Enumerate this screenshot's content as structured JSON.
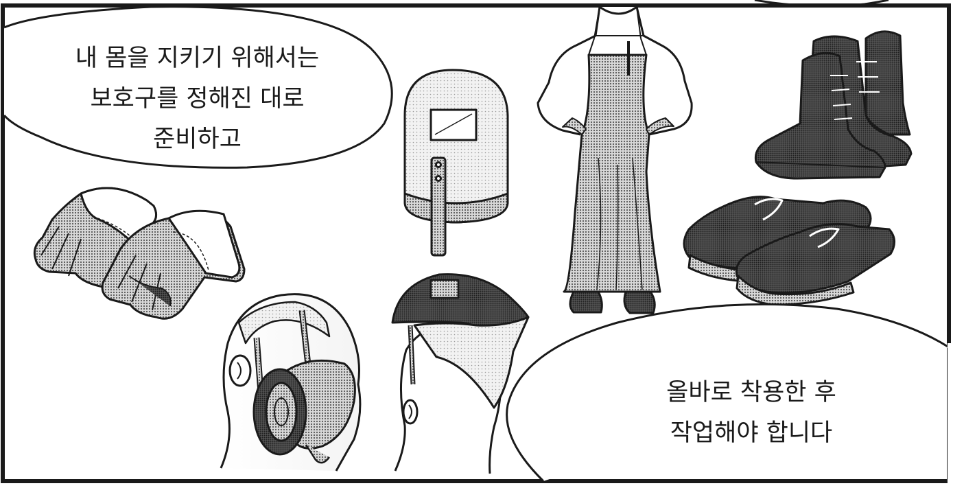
{
  "panel": {
    "bubble_top_left": {
      "lines": [
        "내 몸을 지키기 위해서는",
        "보호구를 정해진 대로",
        "준비하고"
      ]
    },
    "bubble_bottom_right": {
      "lines": [
        "올바로 착용한 후",
        "작업해야 합니다"
      ]
    }
  },
  "illustrations": [
    "gloves-icon",
    "respirator-icon",
    "welding-hand-shield-icon",
    "welding-helmet-icon",
    "apron-icon",
    "safety-boots-icon",
    "safety-shoes-icon"
  ],
  "colors": {
    "ink": "#1a1a1a",
    "screentone": "#8a8a8a",
    "dark_tone": "#3a3a3a",
    "paper": "#ffffff"
  }
}
